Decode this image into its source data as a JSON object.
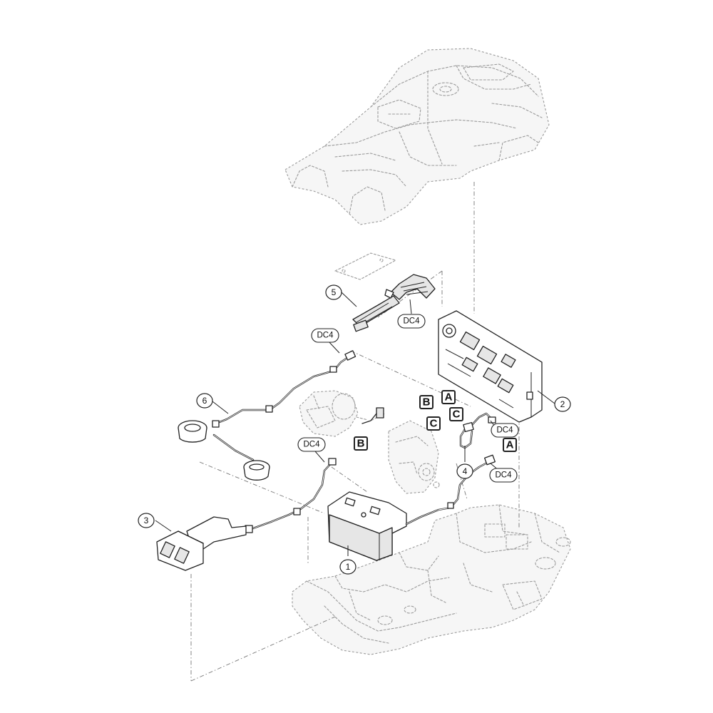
{
  "callouts": {
    "c1": "1",
    "c2": "2",
    "c3": "3",
    "c4": "4",
    "c5": "5",
    "c6": "6"
  },
  "connector_tags": {
    "dc4_ribbon": "DC4",
    "dc4_top_harness": "DC4",
    "dc4_mid_harness": "DC4",
    "dc4_cable4_upper": "DC4",
    "dc4_cable4_lower": "DC4"
  },
  "letter_markers": {
    "a_upper": "A",
    "b_upper": "B",
    "c_upper": "C",
    "c_lower": "C",
    "b_lower": "B",
    "a_lower": "A"
  }
}
